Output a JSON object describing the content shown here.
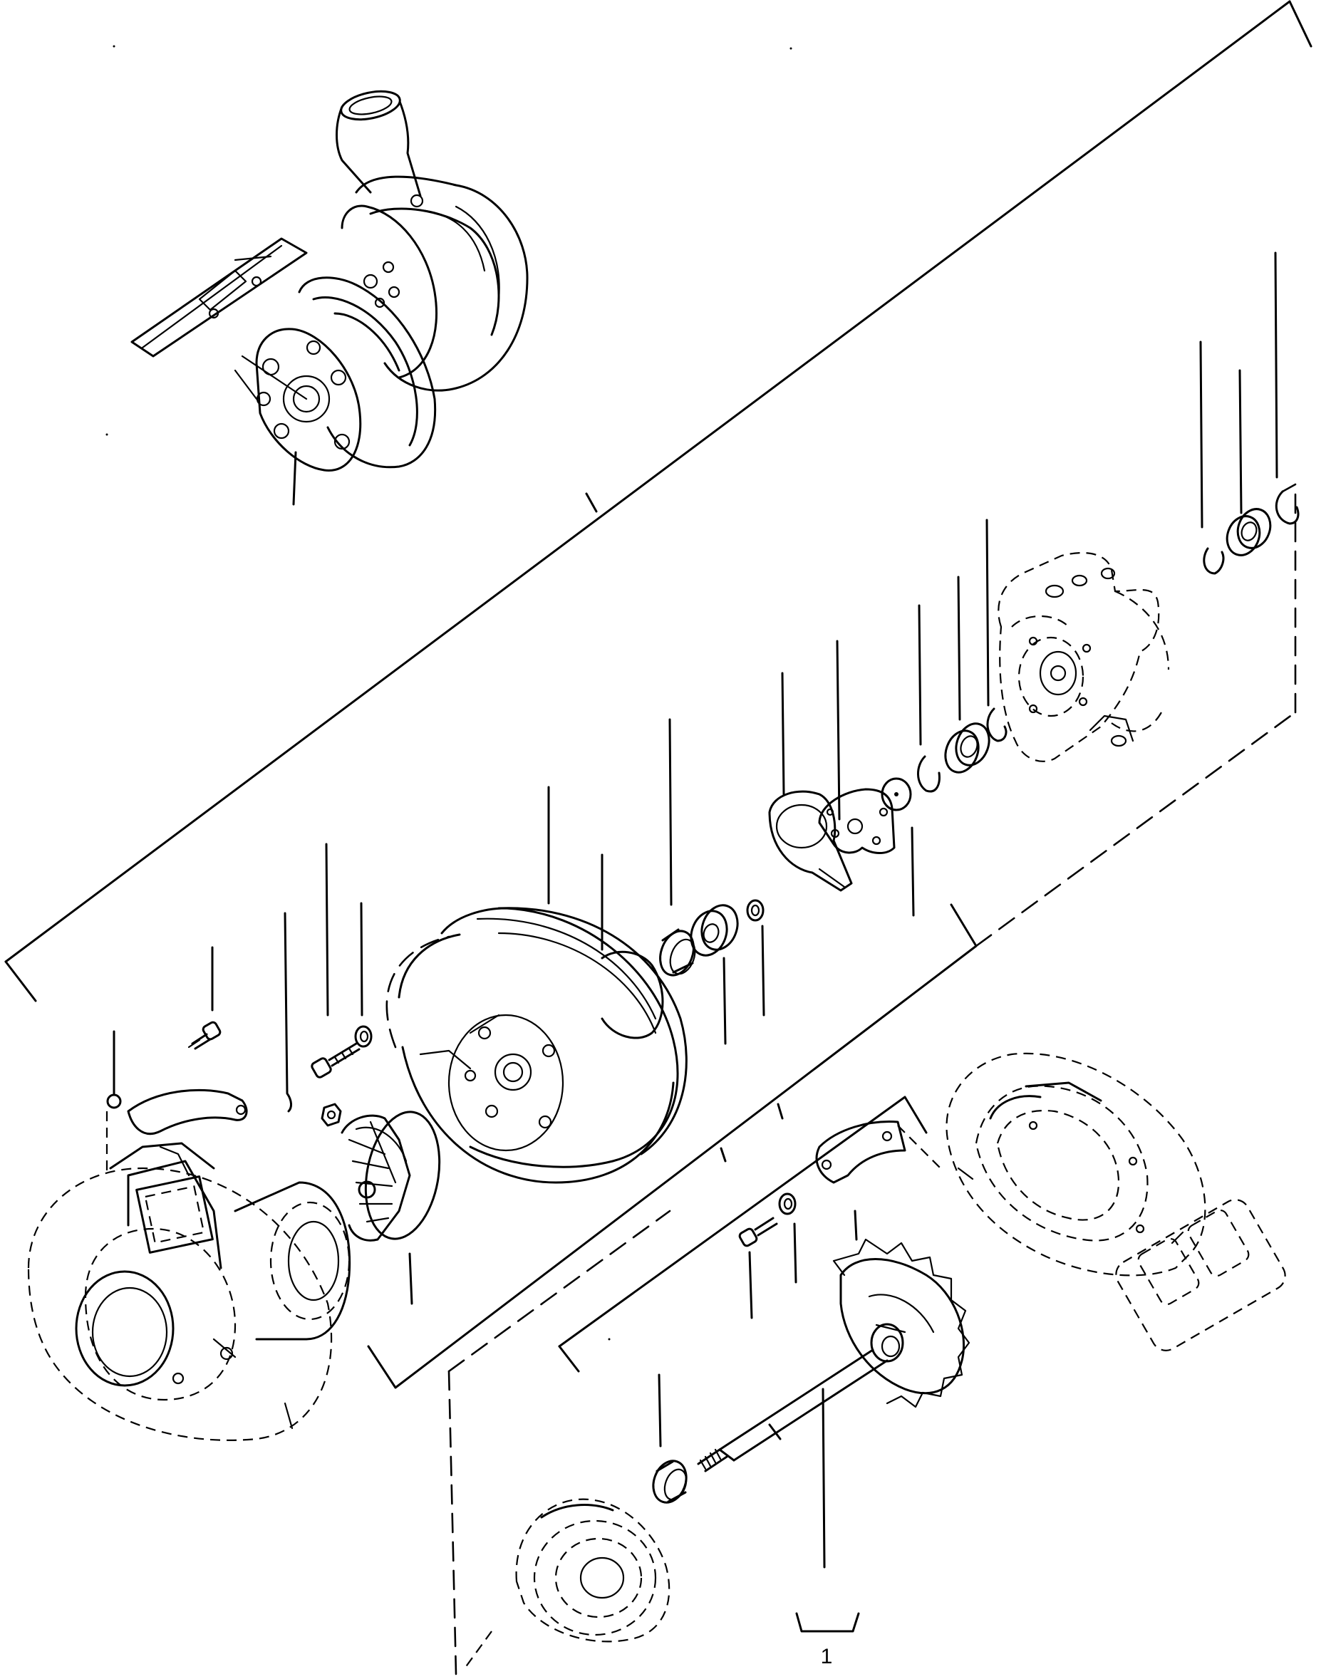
{
  "figure": {
    "kind": "exploded-parts-diagram",
    "subject": "turbocharger",
    "stroke_color": "#000000",
    "background_color": "#ffffff",
    "callouts": {
      "item_number": "1"
    }
  }
}
